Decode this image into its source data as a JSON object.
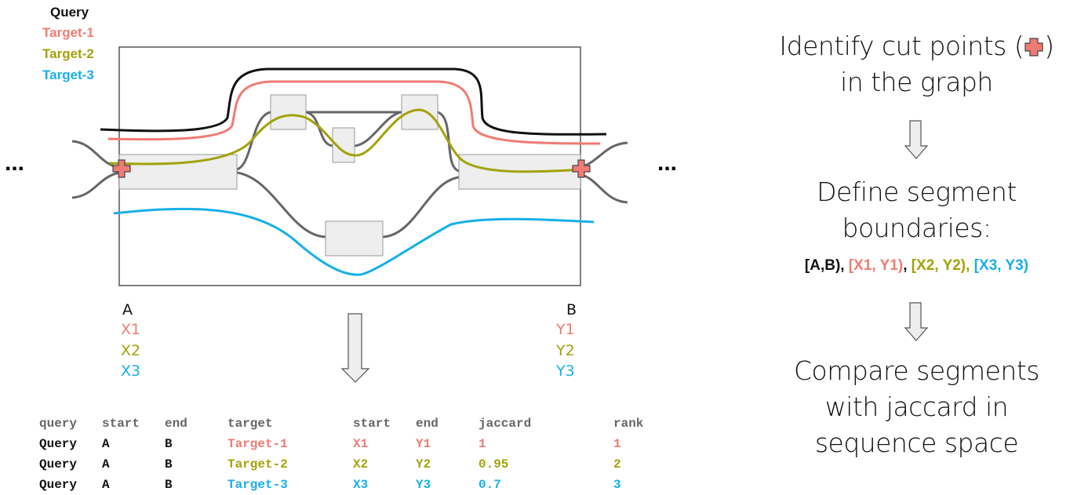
{
  "legend": [
    {
      "label": "Query",
      "color": "#111111"
    },
    {
      "label": "Target-1",
      "color": "#ef7b74"
    },
    {
      "label": "Target-2",
      "color": "#a3a20a"
    },
    {
      "label": "Target-3",
      "color": "#18afe8"
    }
  ],
  "ellipsis": "...",
  "points": {
    "left": [
      "A",
      "X1",
      "X2",
      "X3"
    ],
    "right": [
      "B",
      "Y1",
      "Y2",
      "Y3"
    ]
  },
  "steps": {
    "step1_line1": "Identify cut points (",
    "step1_line1_end": ")",
    "step1_line2": "in the graph",
    "step2_line1": "Define segment",
    "step2_line2": "boundaries:",
    "step3_line1": "Compare segments",
    "step3_line2": "with jaccard in",
    "step3_line3": "sequence space"
  },
  "boundaries": {
    "b0": "[A,B), ",
    "b1": "[X1, Y1)",
    "sep1": ", ",
    "b2": "[X2, Y2)",
    "sep2": ", ",
    "b3": "[X3, Y3)"
  },
  "table": {
    "headers": [
      "query",
      "start",
      "end",
      "target",
      "start",
      "end",
      "jaccard",
      "rank"
    ],
    "rows": [
      [
        "Query",
        "A",
        "B",
        "Target-1",
        "X1",
        "Y1",
        "1",
        "1"
      ],
      [
        "Query",
        "A",
        "B",
        "Target-2",
        "X2",
        "Y2",
        "0.95",
        "2"
      ],
      [
        "Query",
        "A",
        "B",
        "Target-3",
        "X3",
        "Y3",
        "0.7",
        "3"
      ]
    ]
  },
  "colors": {
    "query": "#111111",
    "target1": "#ef7b74",
    "target2": "#a3a20a",
    "target3": "#18afe8",
    "node_fill": "#eeeeee",
    "edge": "#666666"
  }
}
